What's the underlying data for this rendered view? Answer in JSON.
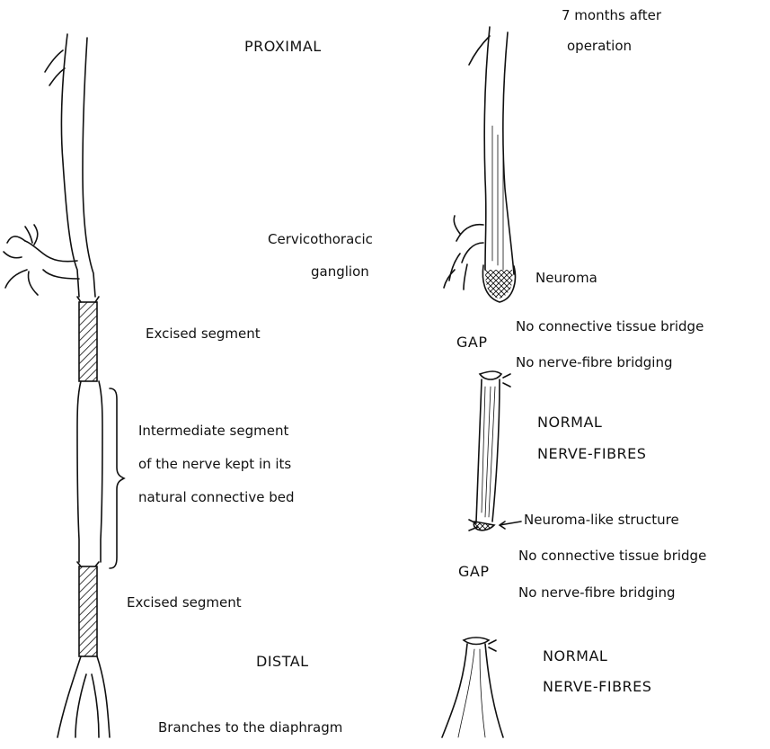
{
  "left": {
    "proximal": "PROXIMAL",
    "ganglion_line1": "Cervicothoracic",
    "ganglion_line2": "ganglion",
    "excised_top": "Excised segment",
    "intermediate_line1": "Intermediate segment",
    "intermediate_line2": "of the nerve kept in its",
    "intermediate_line3": "natural connective bed",
    "excised_bottom": "Excised segment",
    "distal": "DISTAL",
    "branches": "Branches to the diaphragm"
  },
  "right": {
    "time_line1": "7 months after",
    "time_line2": "operation",
    "neuroma": "Neuroma",
    "gap1": "GAP",
    "gap1_line1": "No connective tissue bridge",
    "gap1_line2": "No nerve-fibre bridging",
    "normal1_line1": "NORMAL",
    "normal1_line2": "NERVE-FIBRES",
    "neuroma_like": "Neuroma-like structure",
    "gap2": "GAP",
    "gap2_line1": "No connective tissue bridge",
    "gap2_line2": "No nerve-fibre bridging",
    "normal2_line1": "NORMAL",
    "normal2_line2": "NERVE-FIBRES"
  }
}
